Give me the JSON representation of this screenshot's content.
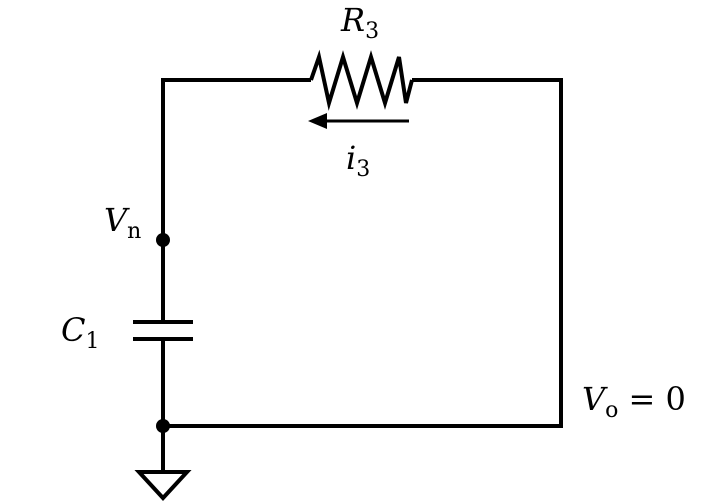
{
  "labels": {
    "resistor": {
      "main": "R",
      "sub": "3"
    },
    "current": {
      "main": "i",
      "sub": "3"
    },
    "node": {
      "main": "V",
      "sub": "n"
    },
    "capacitor": {
      "main": "C",
      "sub": "1"
    },
    "output": {
      "main": "V",
      "sub": "o",
      "rest": " = 0"
    }
  },
  "colors": {
    "stroke": "#000000",
    "background": "#ffffff"
  }
}
